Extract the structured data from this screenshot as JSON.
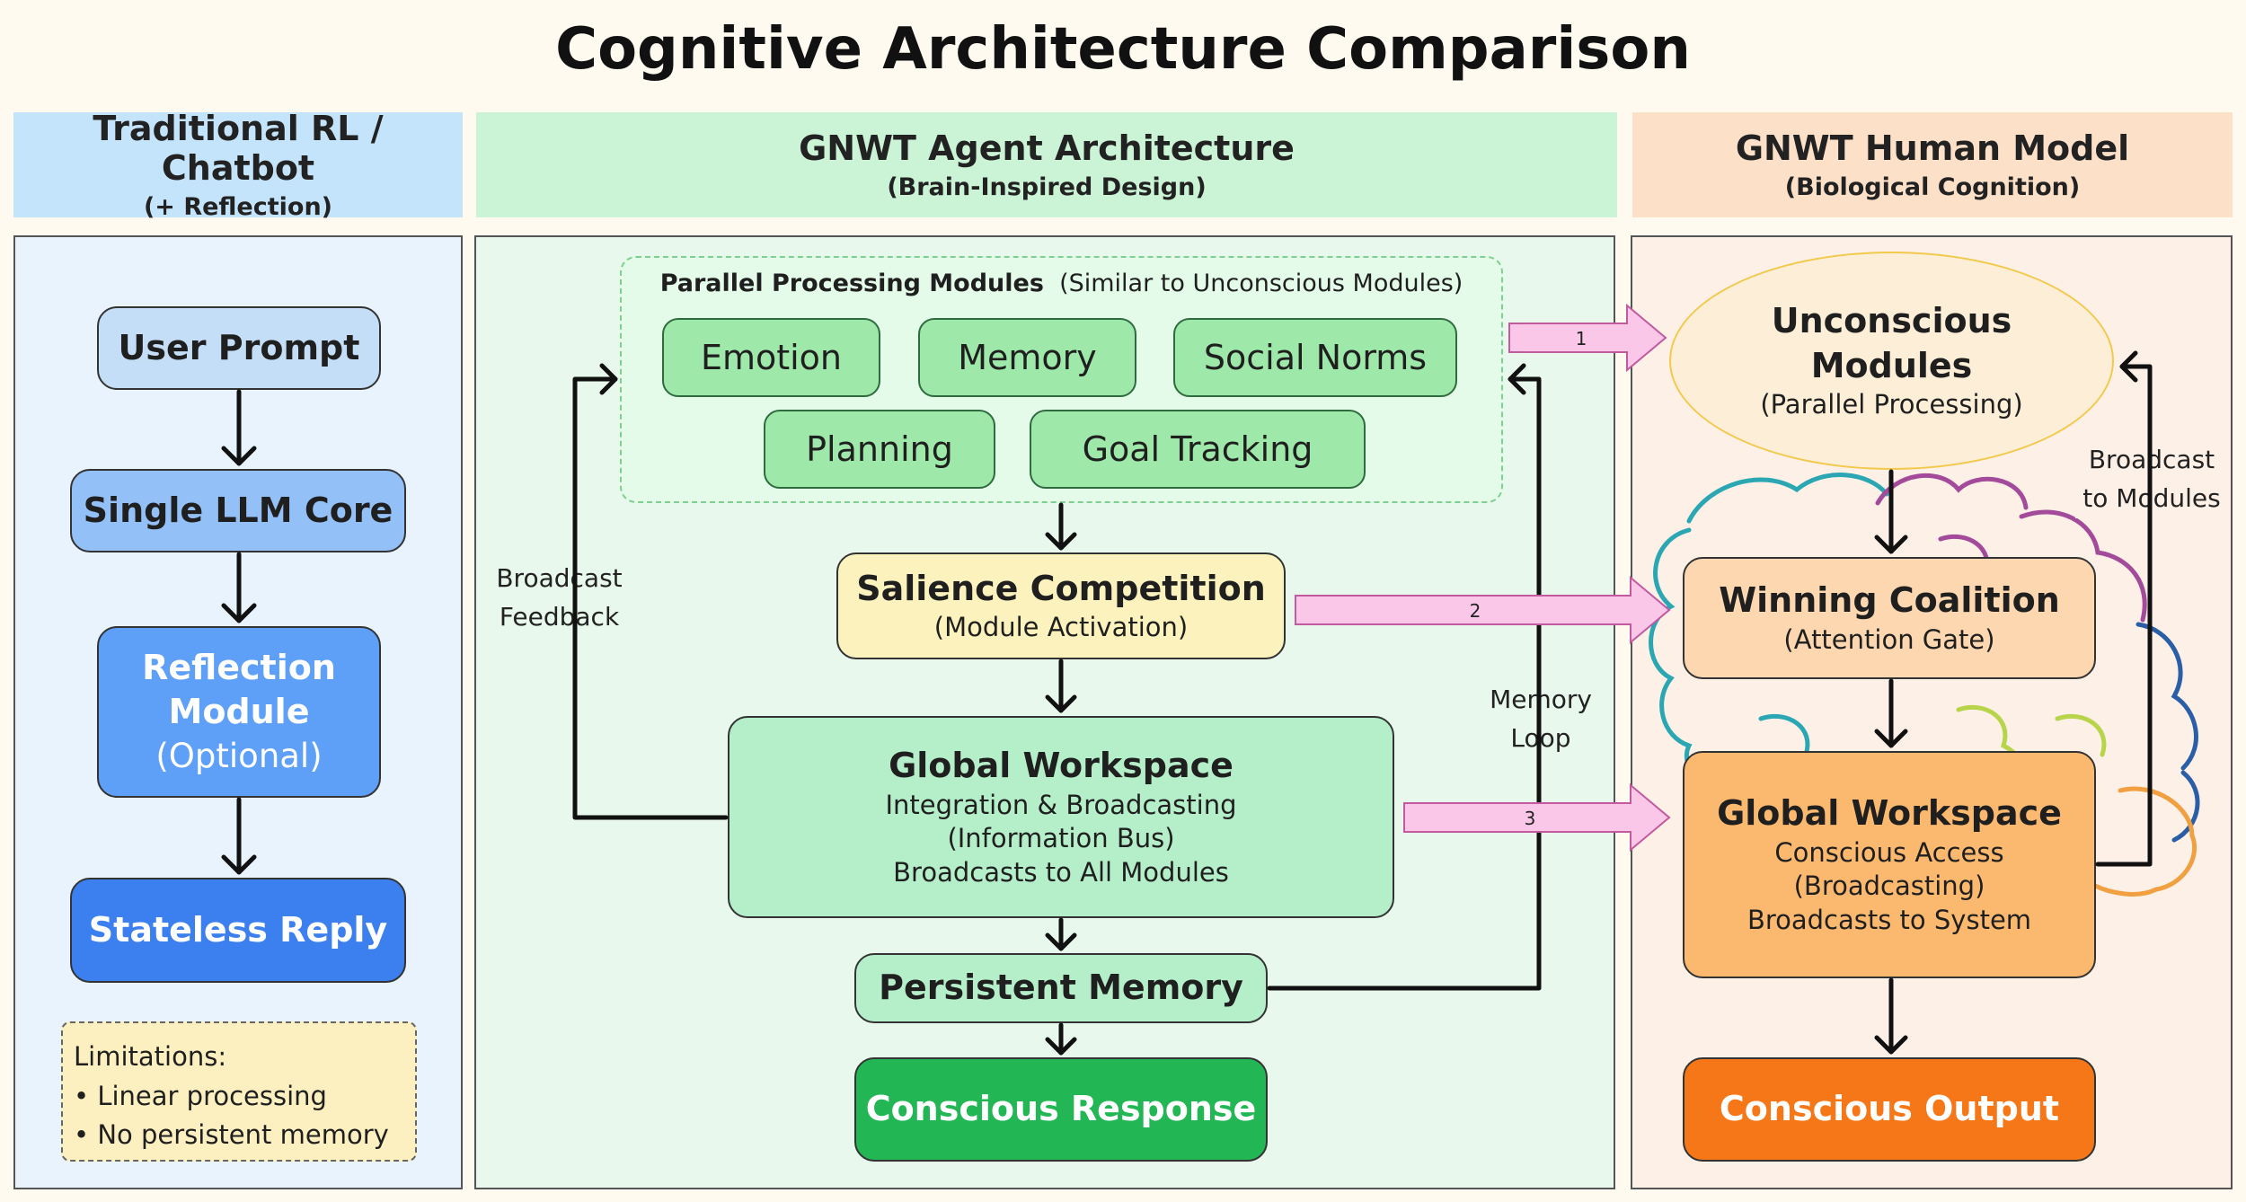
{
  "title": "Cognitive Architecture Comparison",
  "columns": {
    "left": {
      "title": "Traditional RL / Chatbot",
      "subtitle": "(+ Reflection)"
    },
    "middle": {
      "title": "GNWT Agent Architecture",
      "subtitle": "(Brain-Inspired Design)"
    },
    "right": {
      "title": "GNWT Human Model",
      "subtitle": "(Biological Cognition)"
    }
  },
  "left": {
    "user_prompt": "User Prompt",
    "llm_core": "Single LLM Core",
    "reflection_line1": "Reflection",
    "reflection_line2": "Module",
    "reflection_line3": "(Optional)",
    "stateless_reply": "Stateless Reply",
    "limitations_title": "Limitations:",
    "limitations": [
      "• Linear processing",
      "• No persistent memory"
    ]
  },
  "middle": {
    "parallel_title": "Parallel Processing Modules",
    "parallel_subtitle": "(Similar to Unconscious Modules)",
    "modules": [
      "Emotion",
      "Memory",
      "Social Norms",
      "Planning",
      "Goal Tracking"
    ],
    "salience_title": "Salience Competition",
    "salience_sub": "(Module Activation)",
    "workspace_title": "Global Workspace",
    "workspace_lines": [
      "Integration & Broadcasting",
      "(Information Bus)",
      "Broadcasts to All Modules"
    ],
    "persistent_memory": "Persistent Memory",
    "conscious_response": "Conscious Response",
    "broadcast_feedback_1": "Broadcast",
    "broadcast_feedback_2": "Feedback",
    "memory_loop_1": "Memory",
    "memory_loop_2": "Loop"
  },
  "links": [
    "1",
    "2",
    "3"
  ],
  "right": {
    "unconscious_1": "Unconscious",
    "unconscious_2": "Modules",
    "unconscious_sub": "(Parallel Processing)",
    "coalition_title": "Winning Coalition",
    "coalition_sub": "(Attention Gate)",
    "workspace_title": "Global Workspace",
    "workspace_lines": [
      "Conscious Access",
      "(Broadcasting)",
      "Broadcasts to System"
    ],
    "conscious_output": "Conscious Output",
    "broadcast_1": "Broadcast",
    "broadcast_2": "to Modules"
  },
  "colors": {
    "background": "#fefaf0",
    "left_header": "#c4e4fb",
    "middle_header": "#cbf3d5",
    "right_header": "#fde0c8",
    "left_panel": "#e8f3fe",
    "middle_panel": "#e8f8ec",
    "right_panel": "#fdf0e6",
    "link_arrow": "#fbc7e9",
    "conscious_response": "#22b655",
    "conscious_output": "#f57718",
    "stateless_reply": "#3c7fef"
  }
}
